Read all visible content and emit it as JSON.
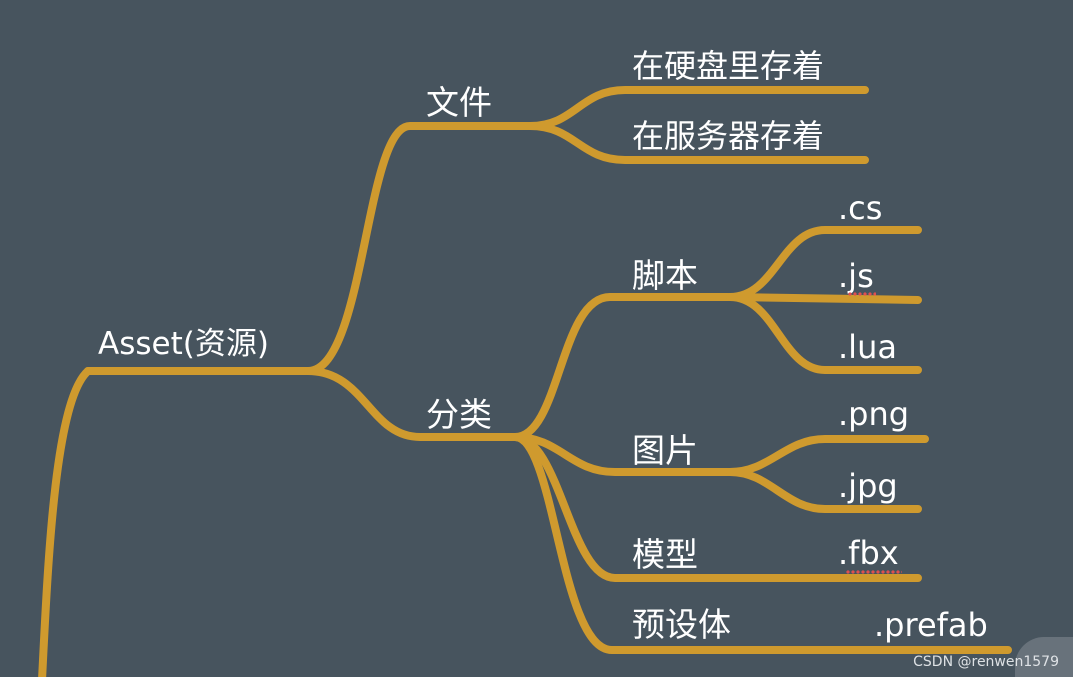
{
  "root": {
    "label": "Asset(资源)"
  },
  "branches": {
    "file": {
      "label": "文件",
      "children": [
        "在硬盘里存着",
        "在服务器存着"
      ]
    },
    "category": {
      "label": "分类",
      "groups": {
        "script": {
          "label": "脚本",
          "children": [
            ".cs",
            ".js",
            ".lua"
          ]
        },
        "image": {
          "label": "图片",
          "children": [
            ".png",
            ".jpg"
          ]
        },
        "model": {
          "label": "模型",
          "children": [
            ".fbx"
          ]
        },
        "prefab": {
          "label": "预设体",
          "children": [
            ".prefab"
          ]
        }
      }
    }
  },
  "watermark": "CSDN @renwen1579",
  "colors": {
    "background": "#47545e",
    "branch": "#cf9a2e",
    "text": "#ffffff"
  }
}
